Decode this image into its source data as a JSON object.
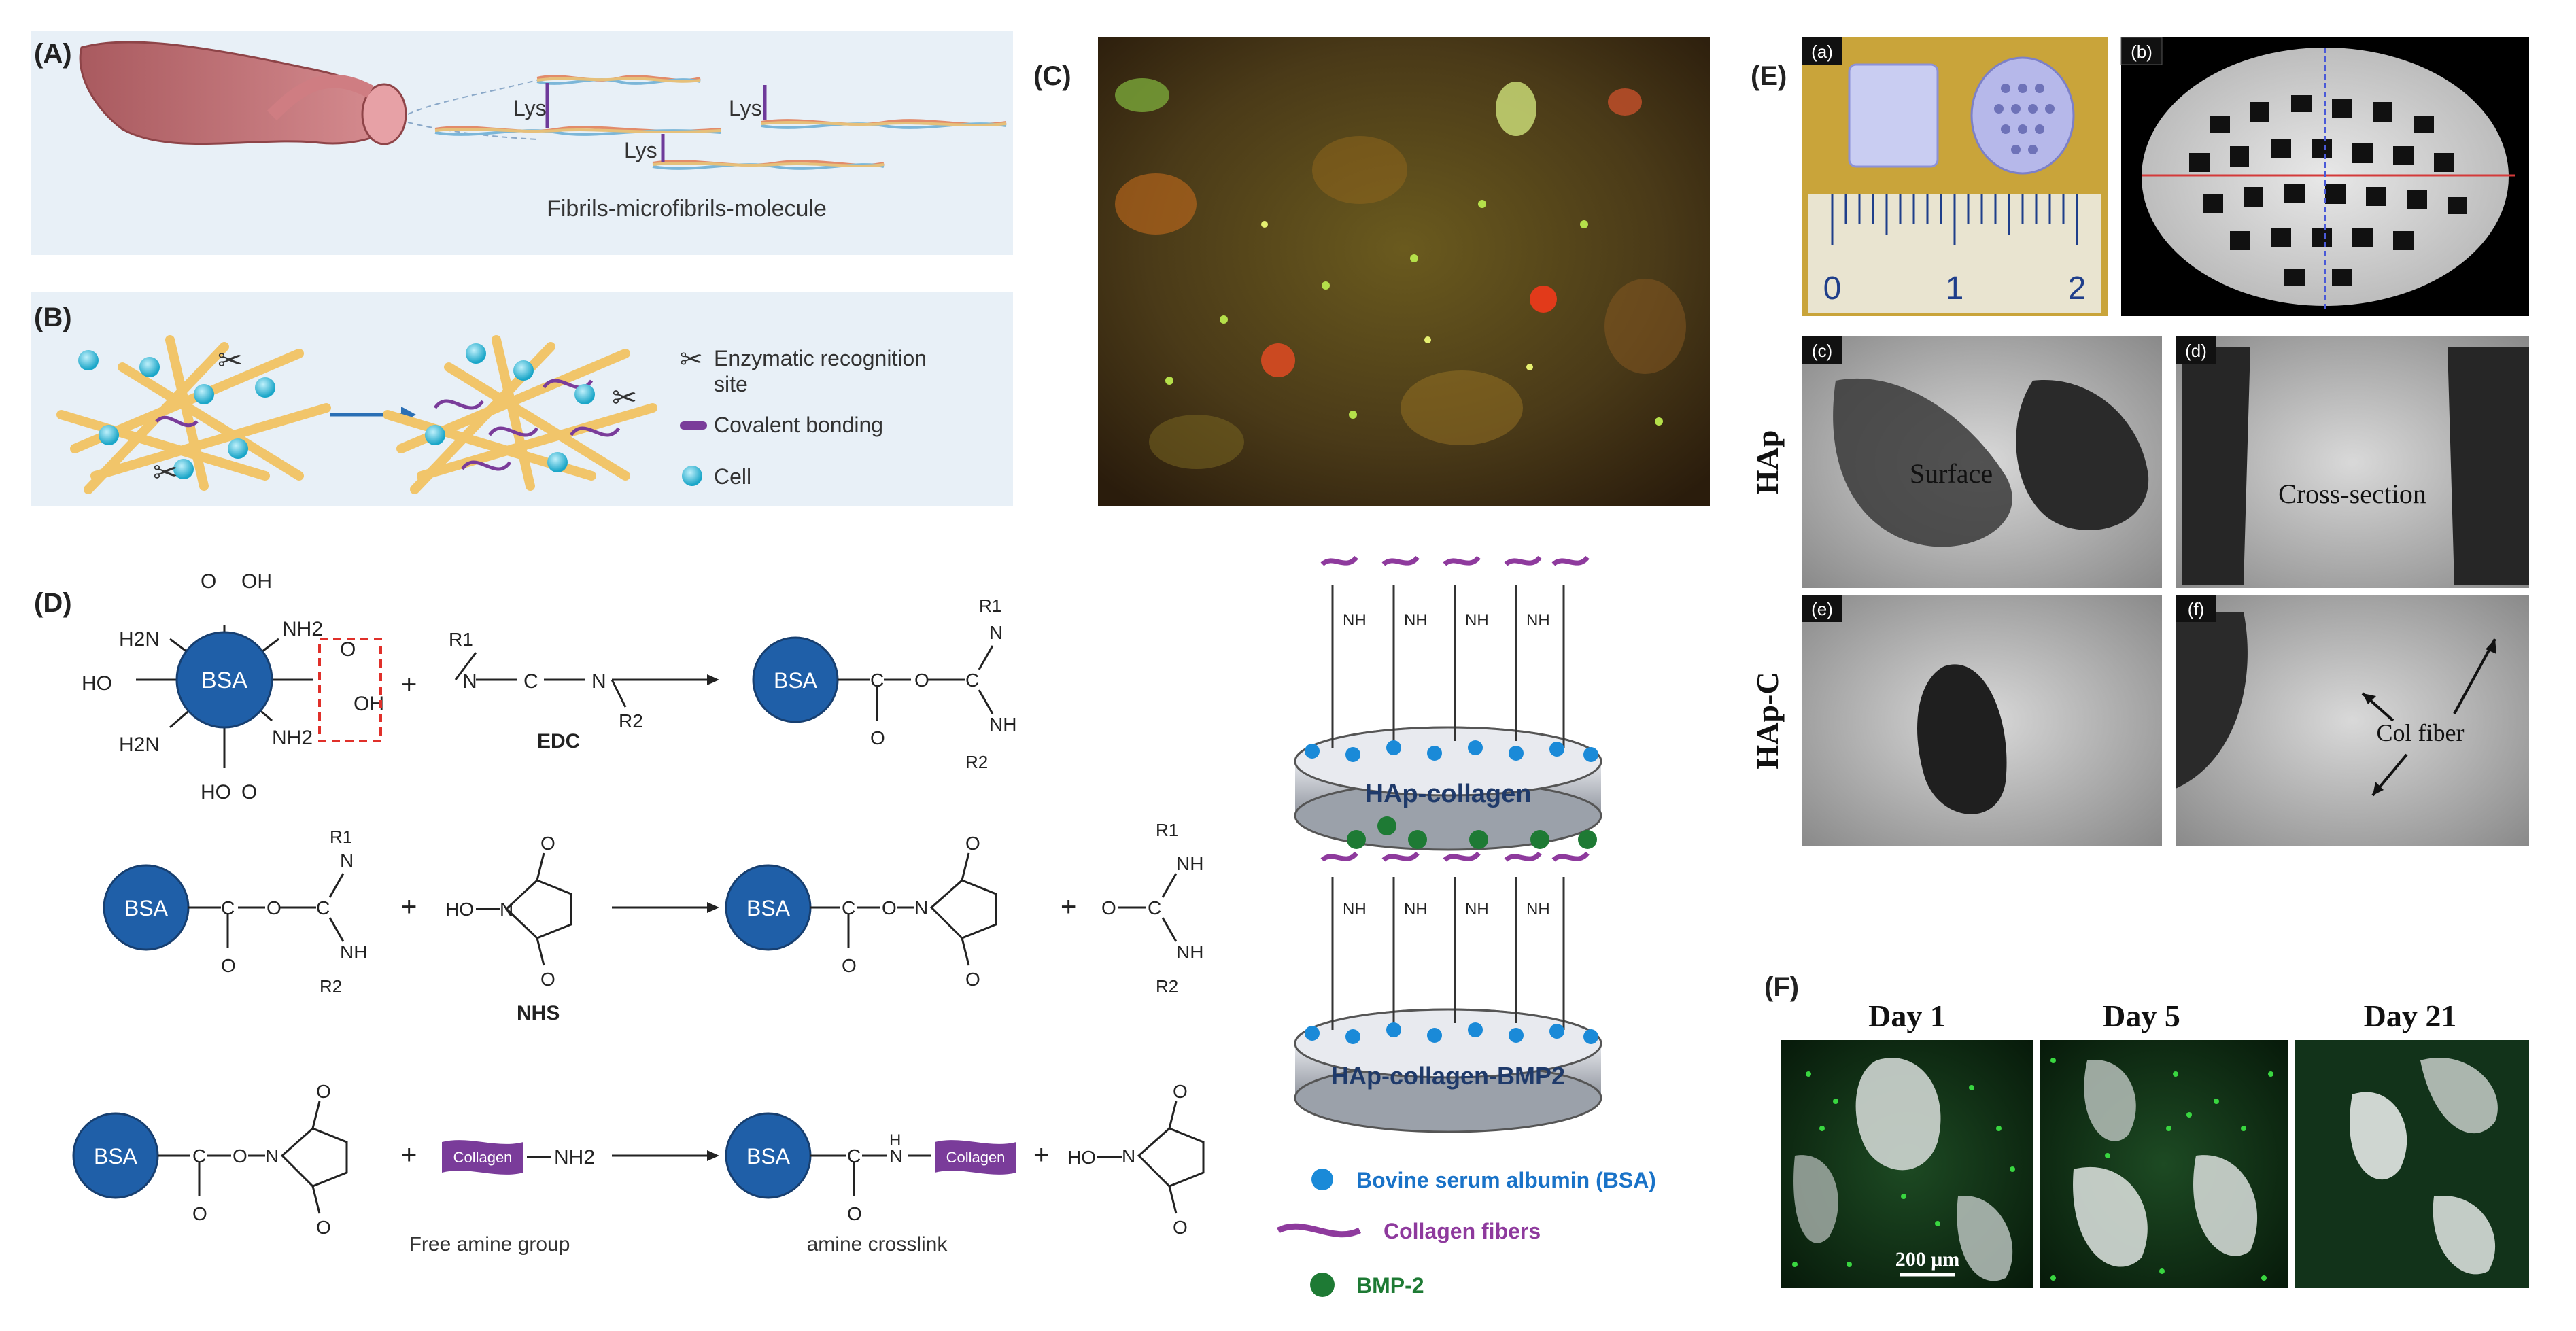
{
  "panels": {
    "A": {
      "label": "(A)",
      "lys": [
        "Lys",
        "Lys",
        "Lys"
      ],
      "caption": "Fibrils-microfibrils-molecule"
    },
    "B": {
      "label": "(B)",
      "legend": [
        {
          "icon": "scissors-icon",
          "text_lines": [
            "Enzymatic recognition",
            "site"
          ]
        },
        {
          "icon": "covalent-bond-icon",
          "text_lines": [
            "Covalent bonding"
          ]
        },
        {
          "icon": "cell-icon",
          "text_lines": [
            "Cell"
          ]
        }
      ]
    },
    "C": {
      "label": "(C)"
    },
    "D": {
      "label": "(D)",
      "bsa": "BSA",
      "cooh": "OH",
      "carboxyl_o": "O",
      "nh2": "H2N",
      "nh2_right": "NH2",
      "edc_label": "EDC",
      "nhs_label": "NHS",
      "r1": "R1",
      "r2": "R2",
      "nh": "NH",
      "ho": "HO",
      "collagen_label": "Collagen",
      "amine_group_label": "NH2",
      "free_amine_caption": "Free amine group",
      "amine_crosslink_caption": "amine crosslink",
      "hap_collagen": "HAp-collagen",
      "hap_collagen_bmp2": "HAp-collagen-BMP2",
      "legend": [
        {
          "icon": "bsa-dot-icon",
          "text": "Bovine serum albumin (BSA)",
          "color": "#1a73c8"
        },
        {
          "icon": "collagen-fiber-icon",
          "text": "Collagen fibers",
          "color": "#8e3a9d"
        },
        {
          "icon": "bmp2-icon",
          "text": "BMP-2",
          "color": "#1f7a3a"
        }
      ]
    },
    "E": {
      "label": "(E)",
      "sub": [
        "(a)",
        "(b)",
        "(c)",
        "(d)",
        "(e)",
        "(f)"
      ],
      "ruler": [
        "0",
        "1",
        "2"
      ],
      "row_labels": [
        "HAp",
        "HAp-C"
      ],
      "surface": "Surface",
      "cross_section": "Cross-section",
      "col_fiber": "Col fiber"
    },
    "F": {
      "label": "(F)",
      "days": [
        "Day 1",
        "Day 5",
        "Day 21"
      ],
      "scale_bar": "200 μm"
    }
  },
  "colors": {
    "panel_bg": "#e8f0f7",
    "bsa_blue": "#1f5fa8",
    "collagen_purple": "#7a3c9a",
    "bmp_green": "#1e7a34",
    "fiber_yellow": "#f1c56a"
  }
}
